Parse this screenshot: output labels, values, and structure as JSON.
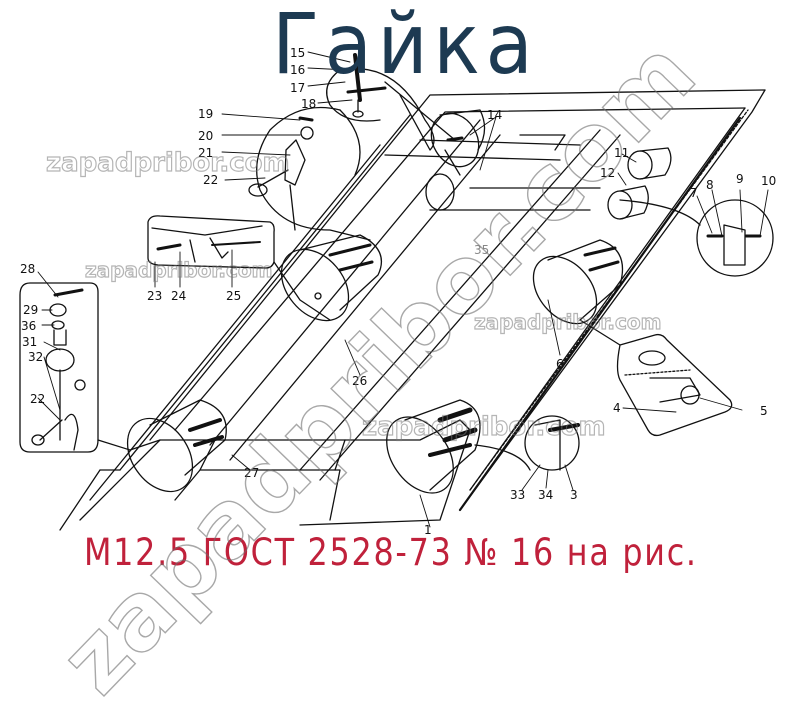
{
  "title": {
    "text": "Гайка",
    "color": "#1d3a52"
  },
  "subtitle": {
    "text": "М12.5 ГОСТ 2528-73 № 16 на рис.",
    "color": "#c0213b"
  },
  "watermarks": {
    "horizontal": [
      "zapadpribor.com",
      "zapadpribor.com",
      "zapadpribor.com",
      "zapadpribor.com"
    ],
    "diagonal": "zapadpribor.com"
  },
  "diagram": {
    "callouts": [
      {
        "id": "c1",
        "label": "1"
      },
      {
        "id": "c3",
        "label": "3"
      },
      {
        "id": "c4",
        "label": "4"
      },
      {
        "id": "c5",
        "label": "5"
      },
      {
        "id": "c6",
        "label": "6"
      },
      {
        "id": "c7",
        "label": "7"
      },
      {
        "id": "c8",
        "label": "8"
      },
      {
        "id": "c9",
        "label": "9"
      },
      {
        "id": "c10",
        "label": "10"
      },
      {
        "id": "c11",
        "label": "11"
      },
      {
        "id": "c12",
        "label": "12"
      },
      {
        "id": "c14",
        "label": "14"
      },
      {
        "id": "c15",
        "label": "15"
      },
      {
        "id": "c16",
        "label": "16"
      },
      {
        "id": "c17",
        "label": "17"
      },
      {
        "id": "c18",
        "label": "18"
      },
      {
        "id": "c19",
        "label": "19"
      },
      {
        "id": "c20",
        "label": "20"
      },
      {
        "id": "c21",
        "label": "21"
      },
      {
        "id": "c22a",
        "label": "22"
      },
      {
        "id": "c23",
        "label": "23"
      },
      {
        "id": "c24",
        "label": "24"
      },
      {
        "id": "c25",
        "label": "25"
      },
      {
        "id": "c26",
        "label": "26"
      },
      {
        "id": "c27",
        "label": "27"
      },
      {
        "id": "c28",
        "label": "28"
      },
      {
        "id": "c29",
        "label": "29"
      },
      {
        "id": "c36",
        "label": "36"
      },
      {
        "id": "c31",
        "label": "31"
      },
      {
        "id": "c32",
        "label": "32"
      },
      {
        "id": "c22b",
        "label": "22"
      },
      {
        "id": "c33",
        "label": "33"
      },
      {
        "id": "c34",
        "label": "34"
      },
      {
        "id": "c35",
        "label": "35"
      }
    ]
  }
}
